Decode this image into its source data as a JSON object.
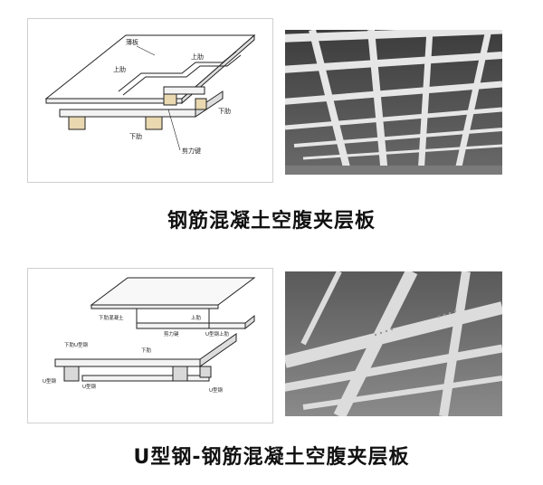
{
  "section1": {
    "caption": "钢筋混凝土空腹夹层板",
    "diagram_labels": {
      "thin_plate": "薄板",
      "upper_rib_left": "上肋",
      "upper_rib_right": "上肋",
      "lower_rib_right": "下肋",
      "lower_rib_left": "下肋",
      "shear_key": "剪力键"
    }
  },
  "section2": {
    "caption": "U型钢-钢筋混凝土空腹夹层板",
    "diagram_labels": {
      "a": "下肋混凝土",
      "b": "上肋",
      "c": "剪力键",
      "d": "下肋U型钢",
      "e": "下肋",
      "f": "U型钢",
      "g": "U型钢",
      "h": "U型钢",
      "i": "U型钢上肋"
    }
  },
  "colors": {
    "panel_border": "#cfcfcf",
    "caption_text": "#111111"
  }
}
